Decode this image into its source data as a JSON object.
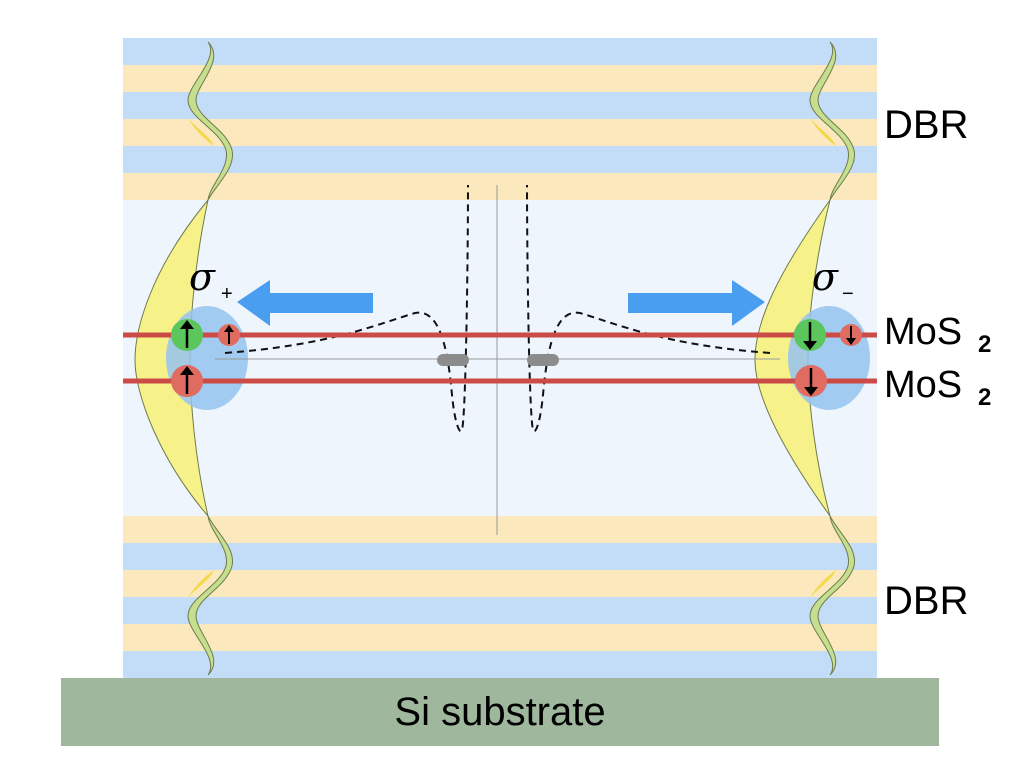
{
  "labels": {
    "dbr_top": "DBR",
    "dbr_bottom": "DBR",
    "mos2_top": "MoS",
    "mos2_top_sub": "2",
    "mos2_bottom": "MoS",
    "mos2_bottom_sub": "2",
    "substrate": "Si substrate",
    "sigma_left": "σ",
    "sigma_left_sub": "+",
    "sigma_right": "σ",
    "sigma_right_sub": "−"
  },
  "colors": {
    "dbr_blue": "#c3dcf7",
    "dbr_orange": "#fbe8bd",
    "cavity": "#eef5fd",
    "substrate": "#9fb79d",
    "mos2_line": "#cc4b47",
    "arrow_blue": "#4a9ef0",
    "exciton_cloud": "#94c3ef",
    "field_yellow": "#f7f18a",
    "field_green": "#c6df8e",
    "field_gold": "#f3d94a",
    "spin_green": "#5bc65b",
    "spin_red": "#e06b61",
    "gate": "#8c8c8c"
  },
  "icons": {
    "polariton_left": "arrow-left-icon",
    "polariton_right": "arrow-right-icon",
    "spin_up": "spin-up-icon",
    "spin_down": "spin-down-icon"
  }
}
